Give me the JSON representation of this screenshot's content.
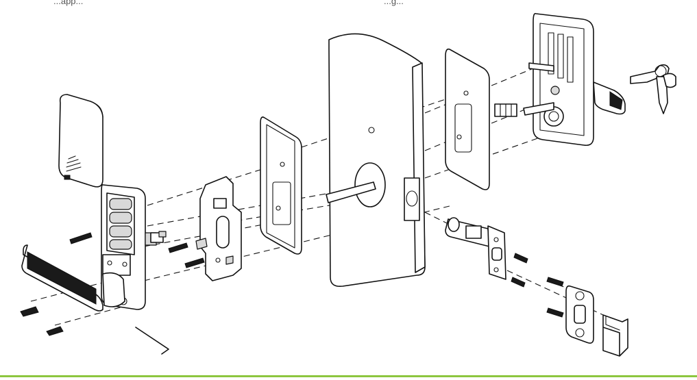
{
  "captions": {
    "top_left": "...app...",
    "top_right": "...g..."
  },
  "colors": {
    "line": "#111111",
    "fill_gray": "#d9d9d9",
    "bottom_rule": "#8dc63f"
  },
  "parts": [
    "battery-cover",
    "keypad-front-unit",
    "front-lever-handle",
    "hex-key",
    "mounting-bracket",
    "inner-gasket-plate",
    "door-slab",
    "spindle",
    "rear-gasket-plate",
    "rear-housing-unit",
    "rear-lever-handle",
    "key-set",
    "latch-assembly",
    "strike-plate",
    "strike-box"
  ]
}
